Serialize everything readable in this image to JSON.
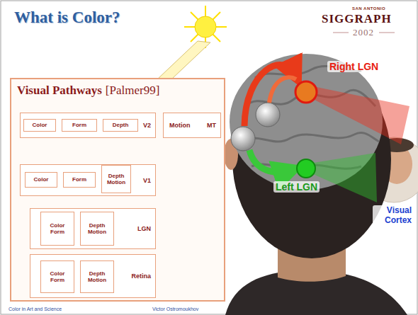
{
  "diagram": {
    "title": "What is Color?",
    "nodes": [
      {
        "text": [
          "Visual Pathways",
          "[Palmer99]"
        ]
      },
      {
        "text": [
          "V2"
        ],
        "in": 0
      },
      {
        "text": [
          "Color"
        ],
        "in": 1
      },
      {
        "text": [
          "Form"
        ],
        "in": 1
      },
      {
        "text": [
          "Depth"
        ],
        "in": 1
      },
      {
        "text": [
          "Motion",
          "MT"
        ],
        "in": 0
      },
      {
        "text": [
          "V1"
        ],
        "in": 0
      },
      {
        "text": [
          "Color"
        ],
        "in": 6
      },
      {
        "text": [
          "Form"
        ],
        "in": 6
      },
      {
        "text": [
          "Depth Motion"
        ],
        "in": 6
      },
      {
        "text": [
          "LGN"
        ],
        "in": 0
      },
      {
        "text": [
          "Color Form"
        ],
        "in": 10
      },
      {
        "text": [
          "Depth Motion"
        ],
        "in": 10
      },
      {
        "text": [
          "Retina"
        ],
        "in": 0
      },
      {
        "text": [
          "Color Form"
        ],
        "in": 13
      },
      {
        "text": [
          "Depth Motion"
        ],
        "in": 13
      }
    ],
    "edges": [
      {
        "from": 14,
        "to": 11,
        "arrow": "to"
      },
      {
        "from": 15,
        "to": 12,
        "arrow": "to"
      },
      {
        "from": 11,
        "to": 7,
        "arrow": "to"
      },
      {
        "from": 11,
        "to": 8,
        "arrow": "to"
      },
      {
        "from": 12,
        "to": 8,
        "arrow": "to"
      },
      {
        "from": 12,
        "to": 9,
        "arrow": "to"
      },
      {
        "from": 7,
        "to": 2,
        "arrow": "to"
      },
      {
        "from": 8,
        "to": 3,
        "arrow": "to"
      },
      {
        "from": 9,
        "to": 4,
        "arrow": "to"
      },
      {
        "from": 9,
        "to": 5,
        "arrow": "to"
      }
    ],
    "labels": [
      "SAN ANTONIO",
      "SIGGRAPH",
      "2002",
      "Right LGN",
      "Left LGN",
      "Visual Cortex",
      "Color in Art and Science",
      "Victor Ostromoukhov"
    ]
  }
}
